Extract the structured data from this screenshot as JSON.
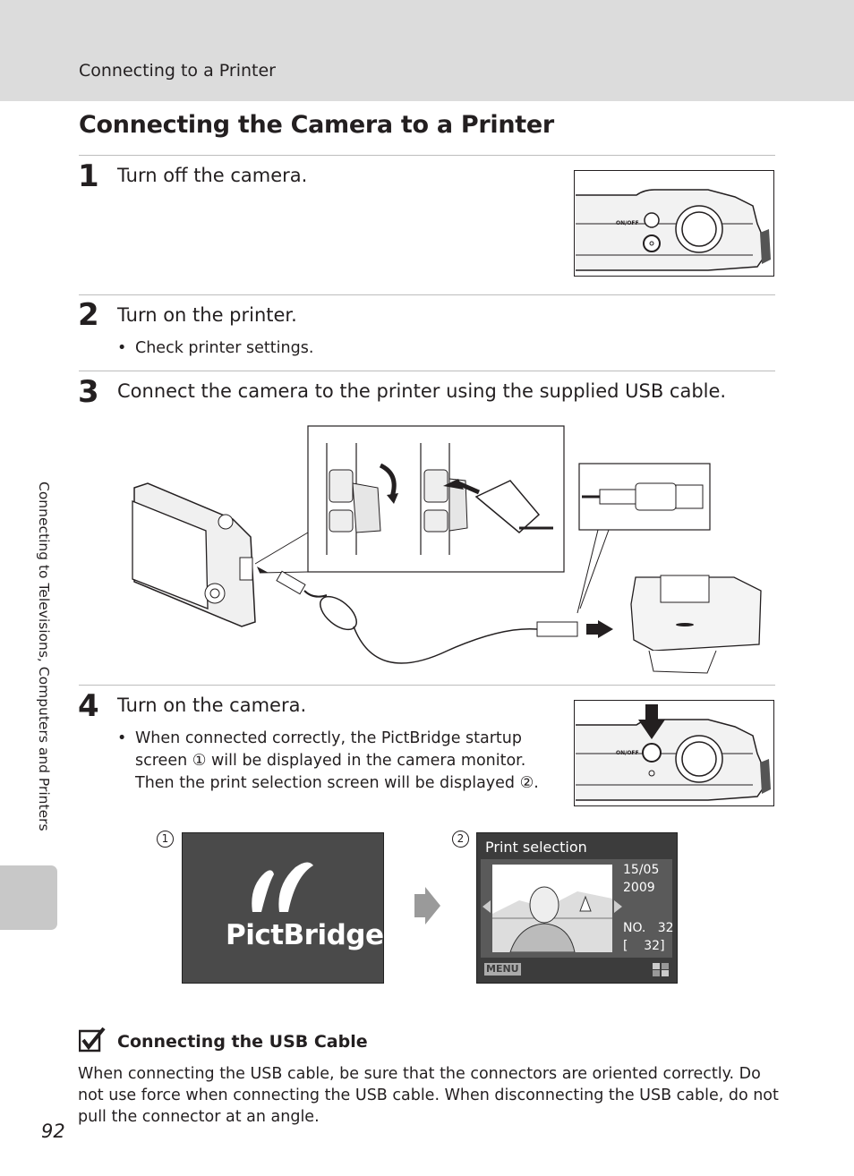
{
  "header": {
    "section": "Connecting to a Printer"
  },
  "title": "Connecting the Camera to a Printer",
  "steps": [
    {
      "num": "1",
      "text": "Turn off the camera."
    },
    {
      "num": "2",
      "text": "Turn on the printer.",
      "bullet": "Check printer settings."
    },
    {
      "num": "3",
      "text": "Connect the camera to the printer using the supplied USB cable."
    },
    {
      "num": "4",
      "text": "Turn on the camera.",
      "bullet": "When connected correctly, the PictBridge startup screen ① will be displayed in the camera monitor. Then the print selection screen will be displayed ②."
    }
  ],
  "camera_labels": {
    "power": "ON/OFF"
  },
  "screens": {
    "s1_marker": "1",
    "s2_marker": "2",
    "pictbridge": "PictBridge",
    "print_selection": "Print selection",
    "date_line1": "15/05",
    "date_line2": "2009",
    "no_line": "NO.   32",
    "count_line": "[    32]",
    "menu_label": "MENU"
  },
  "note": {
    "title": "Connecting the USB Cable",
    "body": "When connecting the USB cable, be sure that the connectors are oriented correctly. Do not use force when connecting the USB cable. When disconnecting the USB cable, do not pull the connector at an angle."
  },
  "side_label": "Connecting to Televisions, Computers and Printers",
  "page_number": "92"
}
